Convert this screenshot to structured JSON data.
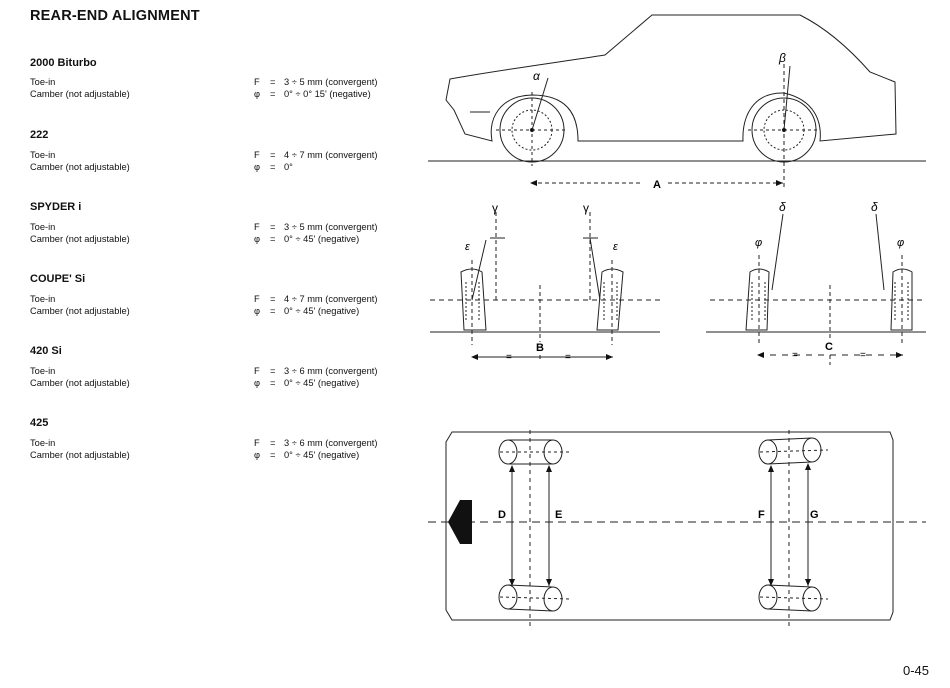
{
  "page": {
    "title": "REAR-END ALIGNMENT",
    "page_number": "0-45"
  },
  "models": [
    {
      "name": "2000 Biturbo",
      "toe_label": "Toe-in",
      "camber_label": "Camber (not adjustable)",
      "toe_symbol": "F",
      "toe_value": "3 ÷ 5 mm (convergent)",
      "camber_symbol": "φ",
      "camber_value": "0° ÷ 0° 15' (negative)"
    },
    {
      "name": "222",
      "toe_label": "Toe-in",
      "camber_label": "Camber (not adjustable)",
      "toe_symbol": "F",
      "toe_value": "4 ÷ 7 mm (convergent)",
      "camber_symbol": "φ",
      "camber_value": "0°"
    },
    {
      "name": "SPYDER i",
      "toe_label": "Toe-in",
      "camber_label": "Camber (not adjustable)",
      "toe_symbol": "F",
      "toe_value": "3 ÷ 5 mm (convergent)",
      "camber_symbol": "φ",
      "camber_value": "0° ÷ 45' (negative)"
    },
    {
      "name": "COUPE' Si",
      "toe_label": "Toe-in",
      "camber_label": "Camber (not adjustable)",
      "toe_symbol": "F",
      "toe_value": "4 ÷ 7 mm (convergent)",
      "camber_symbol": "φ",
      "camber_value": "0° ÷ 45' (negative)"
    },
    {
      "name": "420 Si",
      "toe_label": "Toe-in",
      "camber_label": "Camber (not adjustable)",
      "toe_symbol": "F",
      "toe_value": "3 ÷ 6 mm (convergent)",
      "camber_symbol": "φ",
      "camber_value": "0° ÷ 45' (negative)"
    },
    {
      "name": "425",
      "toe_label": "Toe-in",
      "camber_label": "Camber (not adjustable)",
      "toe_symbol": "F",
      "toe_value": "3 ÷ 6 mm (convergent)",
      "camber_symbol": "φ",
      "camber_value": "0° ÷ 45' (negative)"
    }
  ],
  "diagram": {
    "side_view": {
      "angle_front": "α",
      "angle_rear": "β",
      "wheelbase": "A"
    },
    "front_wheels": {
      "caster": "γ",
      "inclination": "ε",
      "track": "B",
      "equal_mark": "="
    },
    "rear_wheels": {
      "camber": "φ",
      "toe": "δ",
      "track": "C",
      "equal_mark": "="
    },
    "top_view": {
      "front_outer": "D",
      "front_inner": "E",
      "rear_inner": "F",
      "rear_outer": "G"
    }
  }
}
